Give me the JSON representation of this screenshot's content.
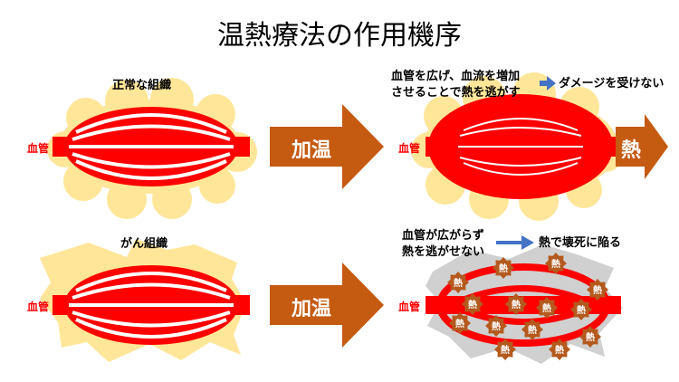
{
  "title": "温熱療法の作用機序",
  "panels": {
    "normal": {
      "label": "正常な組織",
      "vessel": "血管"
    },
    "normal_heated": {
      "vessel": "血管",
      "note_line1": "血管を広げ、血流を増加",
      "note_line2": "させることで熱を逃がす",
      "result": "ダメージを受けない",
      "arrow_label": "熱"
    },
    "cancer": {
      "label": "がん組織",
      "vessel": "血管"
    },
    "cancer_heated": {
      "vessel": "血管",
      "note_line1": "血管が広がらず",
      "note_line2": "熱を逃がせない",
      "result": "熱で壊死に陥る",
      "spot_label": "熱"
    }
  },
  "arrows": {
    "top_label": "加温",
    "bottom_label": "加温"
  },
  "colors": {
    "vessel_red": "#ff0000",
    "tissue_yellow": "#ffe699",
    "arrow_brown": "#c55a11",
    "pointer_blue": "#4472c4",
    "necrosis_grey": "#d0d0d0",
    "heat_spot_brown": "#b45a1e"
  }
}
